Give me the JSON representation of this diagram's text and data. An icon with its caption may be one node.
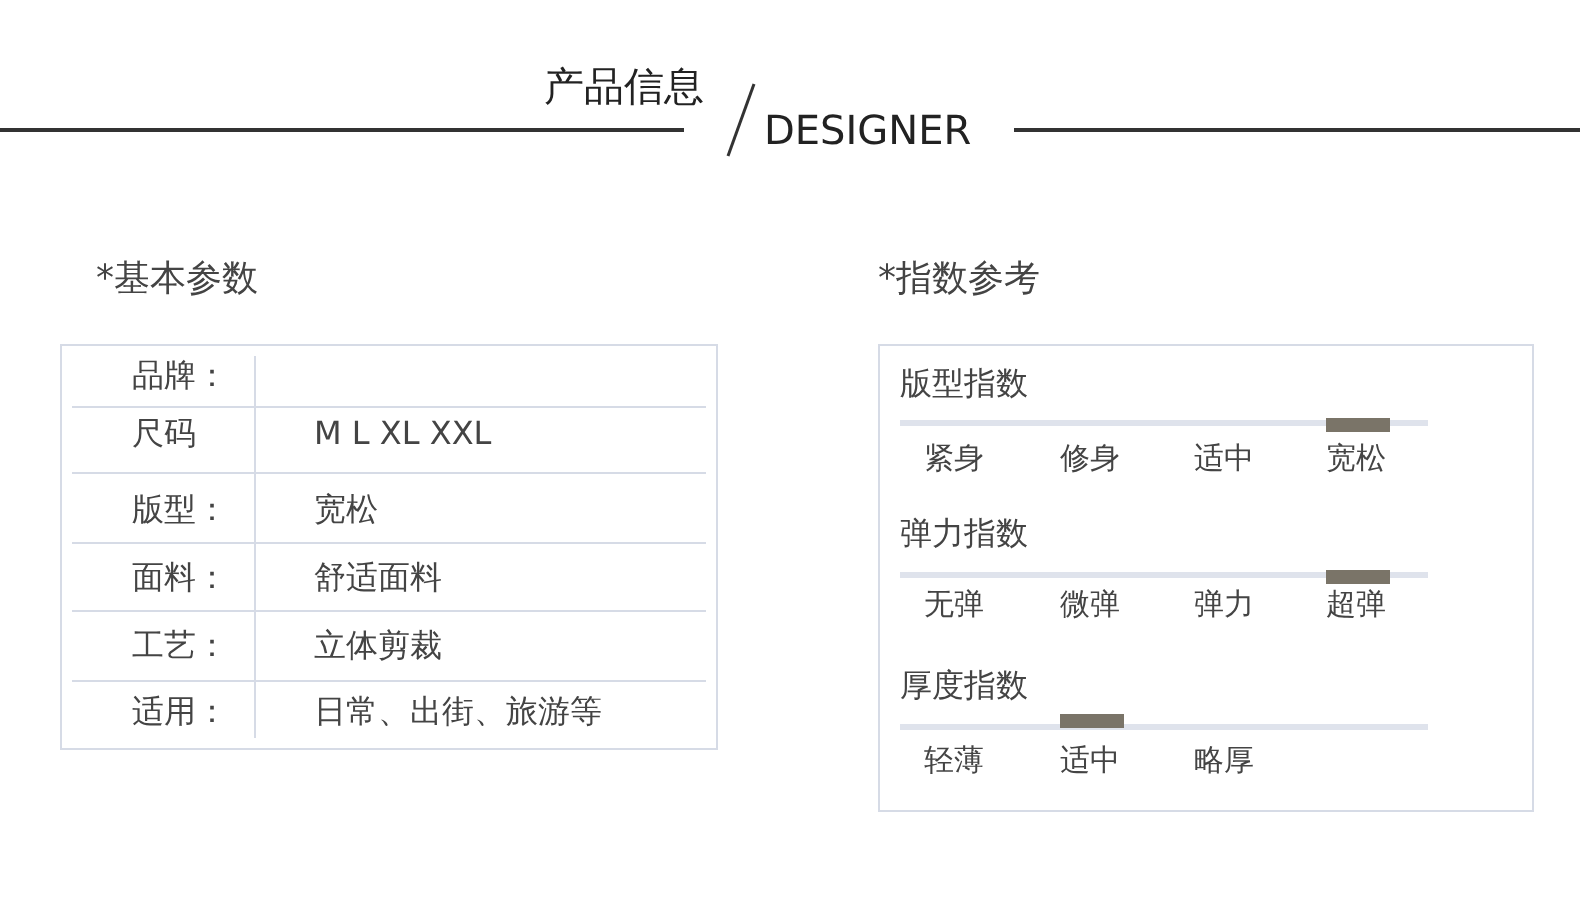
{
  "diagram": {
    "title": "产品信息",
    "labels": [
      "DESIGNER",
      "*基本参数",
      "品牌：",
      "尺码",
      "M L XL XXL",
      "版型：",
      "宽松",
      "面料：",
      "舒适面料",
      "工艺：",
      "立体剪裁",
      "适用：",
      "日常、出街、旅游等",
      "*指数参考",
      "版型指数",
      "紧身",
      "修身",
      "适中",
      "宽松",
      "弹力指数",
      "无弹",
      "微弹",
      "弹力",
      "超弹",
      "厚度指数",
      "轻薄",
      "适中",
      "略厚"
    ]
  }
}
